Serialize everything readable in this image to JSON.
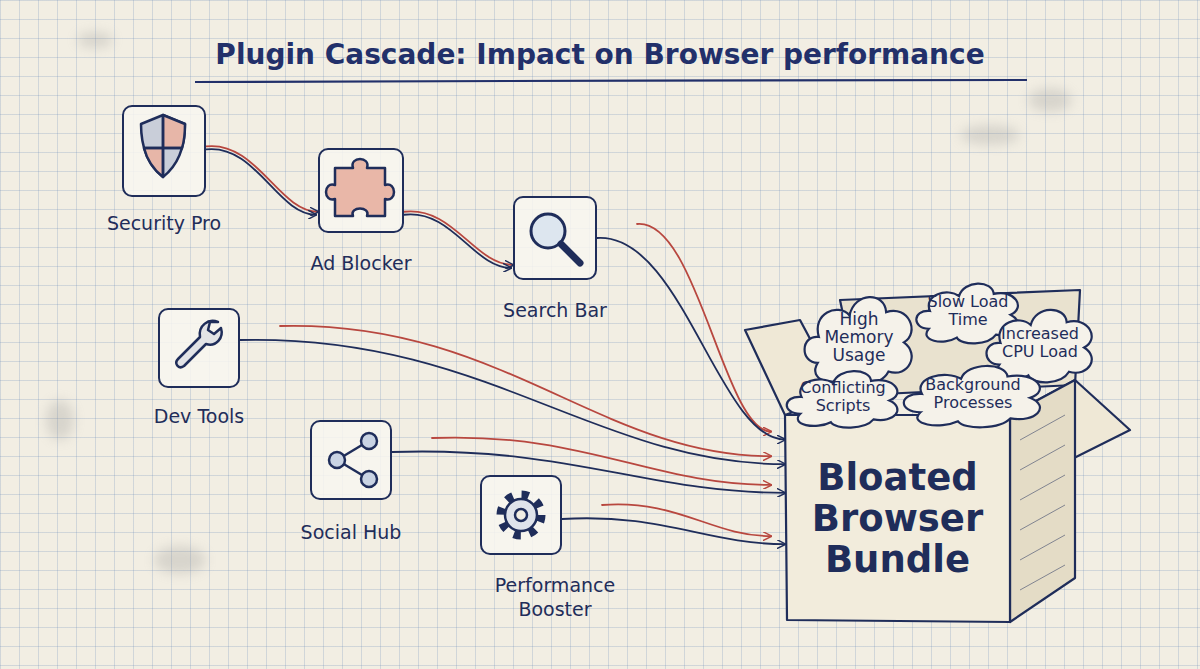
{
  "diagram": {
    "title": "Plugin Cascade: Impact on Browser performance",
    "nodes": [
      {
        "text": [
          "Security Pro"
        ]
      },
      {
        "text": [
          "Ad Blocker"
        ]
      },
      {
        "text": [
          "Search Bar"
        ]
      },
      {
        "text": [
          "Dev Tools"
        ]
      },
      {
        "text": [
          "Social Hub"
        ]
      },
      {
        "text": [
          "Performance Booster"
        ]
      },
      {
        "text": [
          "Bloated Browser Bundle"
        ]
      },
      {
        "text": [
          "High Memory Usage"
        ],
        "in": 6
      },
      {
        "text": [
          "Slow Load Time"
        ],
        "in": 6
      },
      {
        "text": [
          "Increased CPU Load"
        ],
        "in": 6
      },
      {
        "text": [
          "Conflicting Scripts"
        ],
        "in": 6
      },
      {
        "text": [
          "Background Processes"
        ],
        "in": 6
      }
    ],
    "edges": [
      {
        "from": 0,
        "to": 1,
        "arrow": "to"
      },
      {
        "from": 1,
        "to": 2,
        "arrow": "to"
      },
      {
        "from": 2,
        "to": 6,
        "arrow": "to"
      },
      {
        "from": 3,
        "to": 6,
        "arrow": "to"
      },
      {
        "from": 4,
        "to": 6,
        "arrow": "to"
      },
      {
        "from": 5,
        "to": 6,
        "arrow": "to"
      }
    ]
  }
}
